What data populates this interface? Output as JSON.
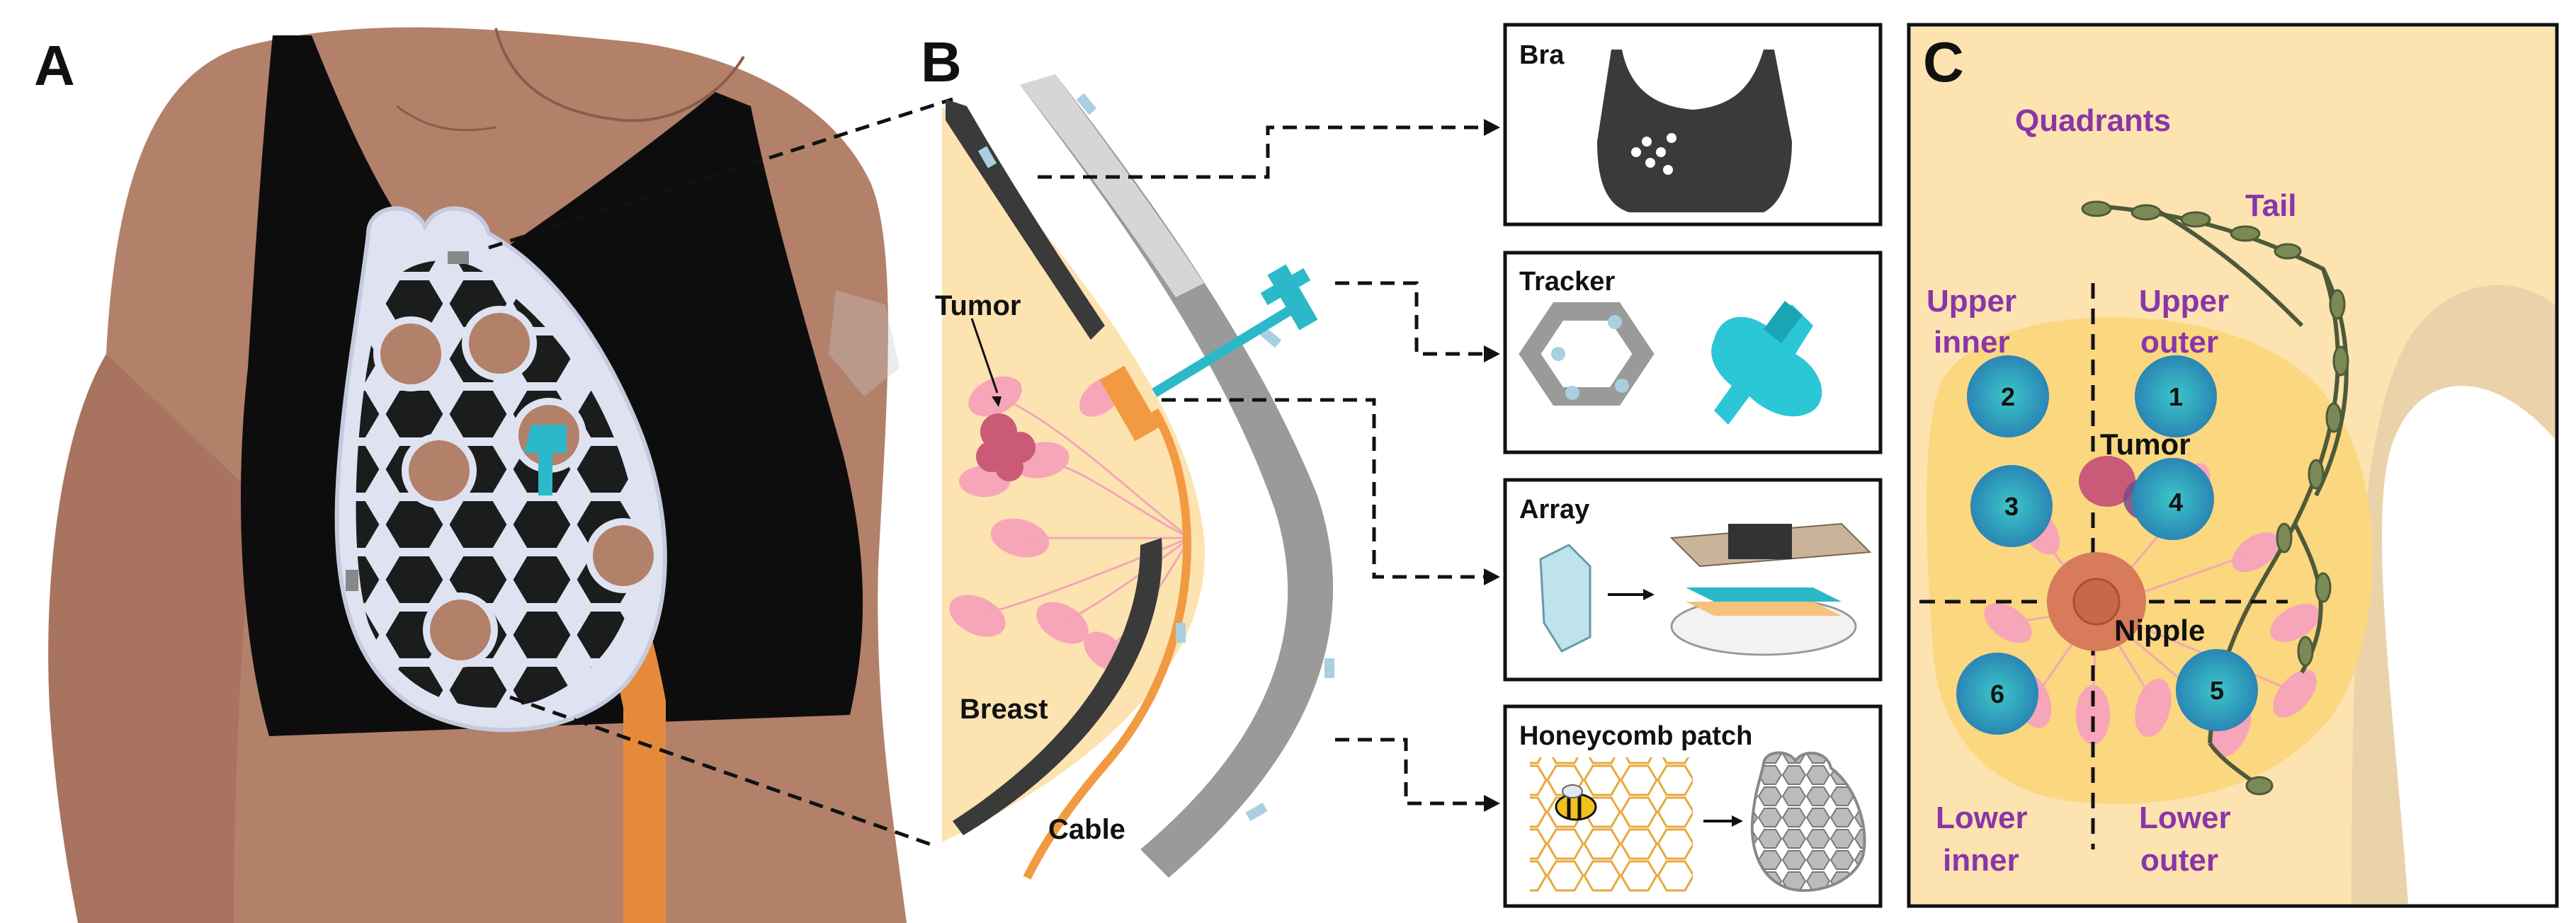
{
  "panels": {
    "a": {
      "label": "A"
    },
    "b": {
      "label": "B",
      "tumor": "Tumor",
      "breast": "Breast",
      "cable": "Cable"
    },
    "insets": [
      {
        "key": "bra",
        "title": "Bra"
      },
      {
        "key": "tracker",
        "title": "Tracker"
      },
      {
        "key": "array",
        "title": "Array"
      },
      {
        "key": "honeycomb",
        "title": "Honeycomb patch"
      }
    ],
    "c": {
      "label": "C",
      "quadrants": "Quadrants",
      "tail": "Tail",
      "upper_inner_1": "Upper",
      "upper_inner_2": "inner",
      "upper_outer_1": "Upper",
      "upper_outer_2": "outer",
      "lower_inner_1": "Lower",
      "lower_inner_2": "inner",
      "lower_outer_1": "Lower",
      "lower_outer_2": "outer",
      "tumor": "Tumor",
      "nipple": "Nipple",
      "positions": [
        "1",
        "2",
        "3",
        "4",
        "5",
        "6"
      ]
    }
  },
  "colors": {
    "skin": "#b3806a",
    "bra": "#0d0d0d",
    "patch": "#dfe3f1",
    "cable": "#e58a3a",
    "tracker": "#2bb9c9",
    "breast_tissue": "#fde3b0",
    "lobule": "#f7a5b8",
    "tumor": "#c95a78",
    "quadrant_text": "#8a35a8",
    "position_dot": "#2aa6b4"
  }
}
